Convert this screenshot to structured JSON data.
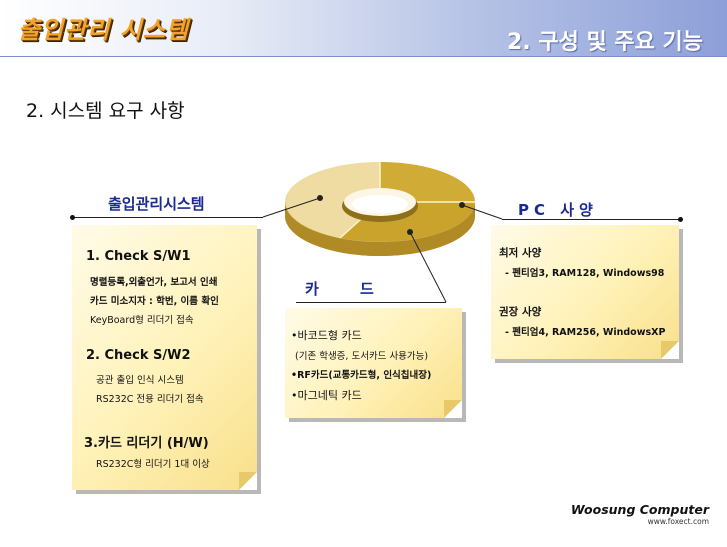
{
  "header": {
    "app_title": "출입관리 시스템",
    "section_title": "2. 구성 및 주요 기능"
  },
  "page_heading": "2. 시스템 요구 사항",
  "labels": {
    "system": "출입관리시스템",
    "pc": "PC 사양",
    "card": "카 드"
  },
  "left_panel": {
    "sections": [
      {
        "title": "1. Check S/W1",
        "lines": [
          "명렬등록,외출언가, 보고서 인쇄",
          "카드 미소지자 : 학번, 이름 확인",
          "KeyBoard형 리더기 접속"
        ]
      },
      {
        "title": "2. Check S/W2",
        "lines": [
          "공관 출입 인식 시스템",
          "RS232C 전용 리더기 접속"
        ]
      },
      {
        "title": "3.카드 리더기 (H/W)",
        "lines": [
          "RS232C형 리더기 1대 이상"
        ]
      }
    ]
  },
  "card_panel": {
    "items": [
      "•바코드형 카드",
      "(기존 학생증, 도서카드 사용가능)",
      "•RF카드(교통카드형, 인식칩내장)",
      "•마그네틱 카드"
    ]
  },
  "pc_panel": {
    "min_title": "최저 사양",
    "min_spec": "- 펜티엄3, RAM128, Windows98",
    "rec_title": "권장 사양",
    "rec_spec": "- 펜티엄4, RAM256, WindowsXP"
  },
  "footer": {
    "brand": "Woosung Computer",
    "url": "www.foxect.com"
  },
  "colors": {
    "accent_orange": "#f2a32c",
    "label_blue": "#1a2a90",
    "note_yellow": "#fff2b8",
    "donut_gold": "#c9a02a"
  }
}
